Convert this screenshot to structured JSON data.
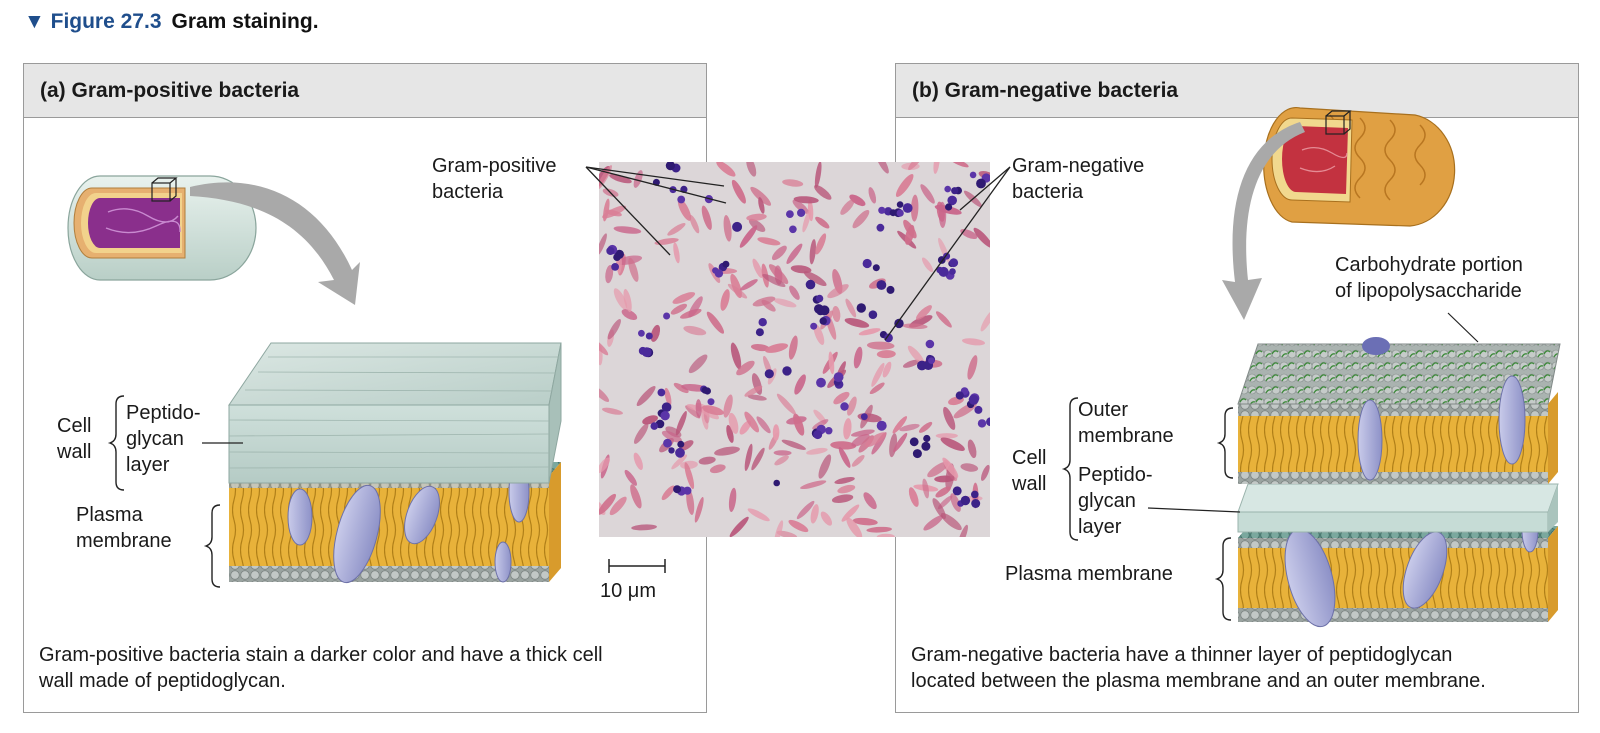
{
  "figure": {
    "number": "▼ Figure 27.3",
    "caption": "Gram staining."
  },
  "panel_a": {
    "title": "(a) Gram-positive bacteria",
    "labels": {
      "cell": "Cell",
      "wall": "wall",
      "peptido_1": "Peptido-",
      "peptido_2": "glycan",
      "peptido_3": "layer",
      "plasma_1": "Plasma",
      "plasma_2": "membrane"
    },
    "description_1": "Gram-positive bacteria stain a darker color and have a thick cell",
    "description_2": "wall made of peptidoglycan."
  },
  "micrograph": {
    "gp_label_1": "Gram-positive",
    "gp_label_2": "bacteria",
    "gn_label_1": "Gram-negative",
    "gn_label_2": "bacteria",
    "scale_bar": "10 μm"
  },
  "panel_b": {
    "title": "(b) Gram-negative bacteria",
    "labels": {
      "carb_1": "Carbohydrate portion",
      "carb_2": "of lipopolysaccharide",
      "outer_1": "Outer",
      "outer_2": "membrane",
      "cell": "Cell",
      "wall": "wall",
      "peptido_1": "Peptido-",
      "peptido_2": "glycan",
      "peptido_3": "layer",
      "plasma": "Plasma membrane"
    },
    "description_1": "Gram-negative bacteria have a thinner layer of peptidoglycan",
    "description_2": "located between the plasma membrane and an outer membrane."
  },
  "colors": {
    "figure_number": "#1f4e8c",
    "gram_positive_stain": "#4a2a9a",
    "gram_negative_stain": "#d9708a",
    "peptidoglycan": "#c8ddd8",
    "membrane_tails": "#e8b23a",
    "protein": "#a9acd9"
  }
}
